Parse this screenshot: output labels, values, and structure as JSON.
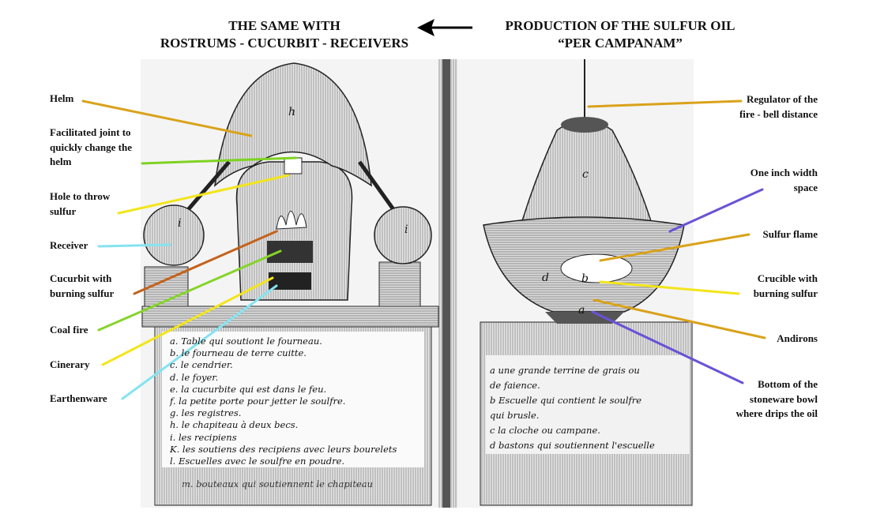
{
  "titles": {
    "left": [
      "THE SAME WITH",
      "ROSTRUMS - CUCURBIT - RECEIVERS"
    ],
    "right": [
      "PRODUCTION OF THE SULFUR OIL",
      "“PER CAMPANAM”"
    ],
    "arrow_icon": "arrow-left"
  },
  "left_labels": [
    {
      "text": "Helm",
      "color": "#d9a21b"
    },
    {
      "text": "Facilitated joint to quickly change the helm",
      "color": "#7ed321"
    },
    {
      "text": "Hole to throw sulfur",
      "color": "#f2e51c"
    },
    {
      "text": "Receiver",
      "color": "#86e3f0"
    },
    {
      "text": "Cucurbit with burning sulfur",
      "color": "#c4621c"
    },
    {
      "text": "Coal fire",
      "color": "#86d42a"
    },
    {
      "text": "Cinerary",
      "color": "#f2e51c"
    },
    {
      "text": "Earthenware",
      "color": "#86e3f0"
    }
  ],
  "right_labels": [
    {
      "text": "Regulator of the fire - bell distance",
      "color": "#d9a21b"
    },
    {
      "text": "One inch width space",
      "color": "#6a52d6"
    },
    {
      "text": "Sulfur flame",
      "color": "#d9a21b"
    },
    {
      "text": "Crucible with burning sulfur",
      "color": "#f2e51c"
    },
    {
      "text": "Andirons",
      "color": "#d9a21b"
    },
    {
      "text": "Bottom of the stoneware bowl where drips the oil",
      "color": "#6a52d6"
    }
  ],
  "engraving": {
    "left_legend": [
      "a. Table qui soutiont le fourneau.",
      "b. le fourneau de terre cuitte.",
      "c. le cendrier.",
      "d. le foyer.",
      "e. la cucurbite qui est dans le feu.",
      "f. la petite porte pour jetter le soulfre.",
      "g. les registres.",
      "h. le chapiteau à deux becs.",
      "i. les recipiens",
      "K. les soutiens des recipiens avec leurs bourelets",
      "l. Escuelles avec le soulfre en poudre."
    ],
    "left_footer": "m. bouteaux qui soutiennent le chapiteau",
    "right_legend": [
      "a  une grande terrine de grais ou",
      "    de faience.",
      "b  Escuelle qui contient le soulfre",
      "    qui brusle.",
      "c  la cloche ou campane.",
      "d  bastons qui soutiennent l'escuelle"
    ],
    "letters": [
      "h",
      "i",
      "i",
      "c",
      "d",
      "b",
      "a"
    ]
  }
}
